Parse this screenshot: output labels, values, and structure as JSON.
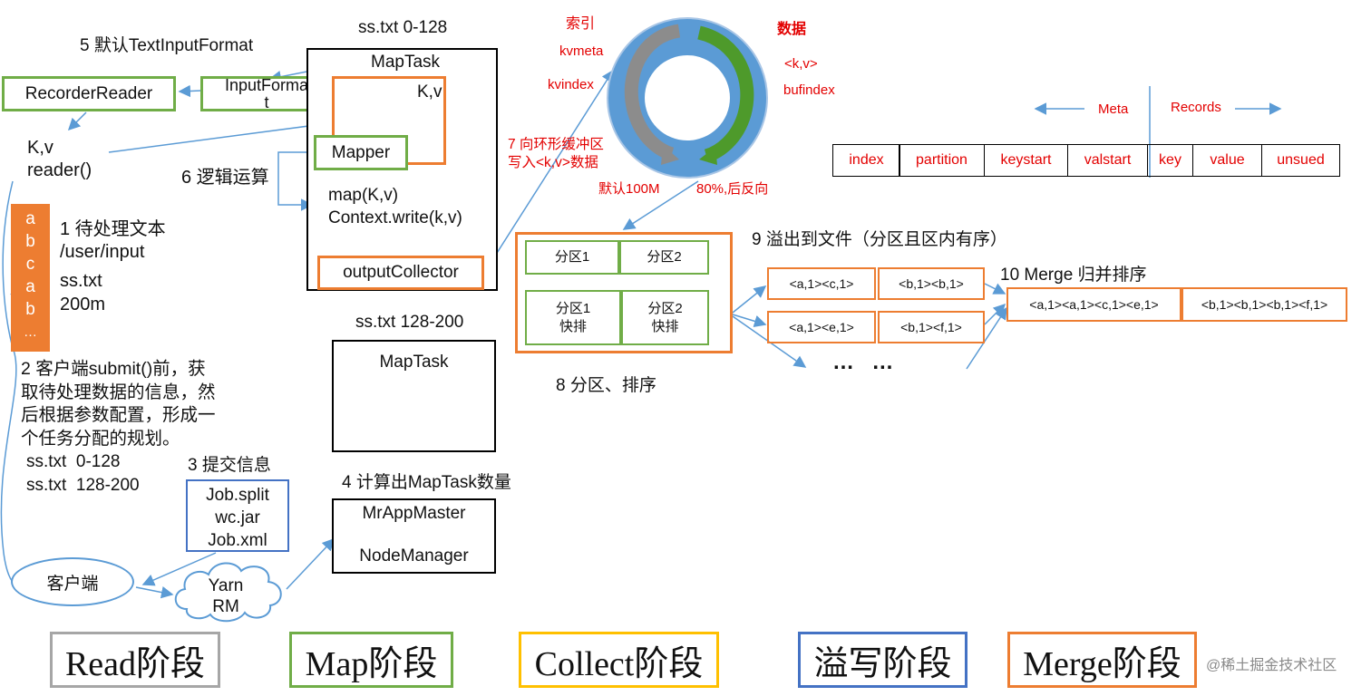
{
  "read": {
    "default_input_format": "5 默认TextInputFormat",
    "input_format": "InputForma\nt",
    "recorder_reader": "RecorderReader",
    "kv": "K,v",
    "reader": "reader()",
    "letters": [
      "a",
      "b",
      "c",
      "a",
      "b",
      "…"
    ],
    "step1_title": "1 待处理文本",
    "step1_path": "/user/input",
    "step1_file": "ss.txt",
    "step1_size": "200m",
    "step2_text": "2 客户端submit()前，获\n取待处理数据的信息，然\n后根据参数配置，形成一\n个任务分配的规划。",
    "split1": "ss.txt  0-128",
    "split2": "ss.txt  128-200"
  },
  "submit": {
    "step3_title": "3 提交信息",
    "files": [
      "Job.split",
      "wc.jar",
      "Job.xml"
    ],
    "client": "客户端",
    "yarn": "Yarn\nRM",
    "step4_title": "4 计算出MapTask数量",
    "mr_app_master": "MrAppMaster",
    "node_manager": "NodeManager"
  },
  "maptask": {
    "range1": "ss.txt 0-128",
    "title1": "MapTask",
    "kv": "K,v",
    "mapper": "Mapper",
    "step6": "6 逻辑运算",
    "map_fn": "map(K,v)",
    "context_write": "Context.write(k,v)",
    "output_collector": "outputCollector",
    "range2": "ss.txt 128-200",
    "title2": "MapTask"
  },
  "buffer": {
    "index_label": "索引",
    "kvmeta": "kvmeta",
    "kvindex": "kvindex",
    "data_label": "数据",
    "kv_pair": "<k,v>",
    "bufindex": "bufindex",
    "step7": "7 向环形缓冲区\n写入<k,v>数据",
    "default_size": "默认100M",
    "reverse": "80%,后反向"
  },
  "meta": {
    "meta_label": "Meta",
    "records_label": "Records",
    "cells": [
      "index",
      "partition",
      "keystart",
      "valstart",
      "key",
      "value",
      "unsued"
    ]
  },
  "partition": {
    "cells": [
      "分区1",
      "分区2",
      "分区1\n快排",
      "分区2\n快排"
    ],
    "step8": "8 分区、排序",
    "step9": "9 溢出到文件（分区且区内有序）",
    "spill_rows": [
      [
        "<a,1><c,1>",
        "<b,1><b,1>"
      ],
      [
        "<a,1><e,1>",
        "<b,1><f,1>"
      ]
    ],
    "ellipsis": "…  …",
    "step10": "10 Merge 归并排序",
    "merged": [
      "<a,1><a,1><c,1><e,1>",
      "<b,1><b,1><b,1><f,1>"
    ]
  },
  "stages": [
    {
      "label": "Read阶段",
      "color": "#a6a6a6"
    },
    {
      "label": "Map阶段",
      "color": "#70ad47"
    },
    {
      "label": "Collect阶段",
      "color": "#ffc000"
    },
    {
      "label": "溢写阶段",
      "color": "#4472c4"
    },
    {
      "label": "Merge阶段",
      "color": "#ed7d31"
    }
  ],
  "watermark": "@稀土掘金技术社区",
  "colors": {
    "green": "#70ad47",
    "orange": "#ed7d31",
    "blue": "#4472c4",
    "red": "#e30000",
    "ring": "#5b9bd5"
  }
}
